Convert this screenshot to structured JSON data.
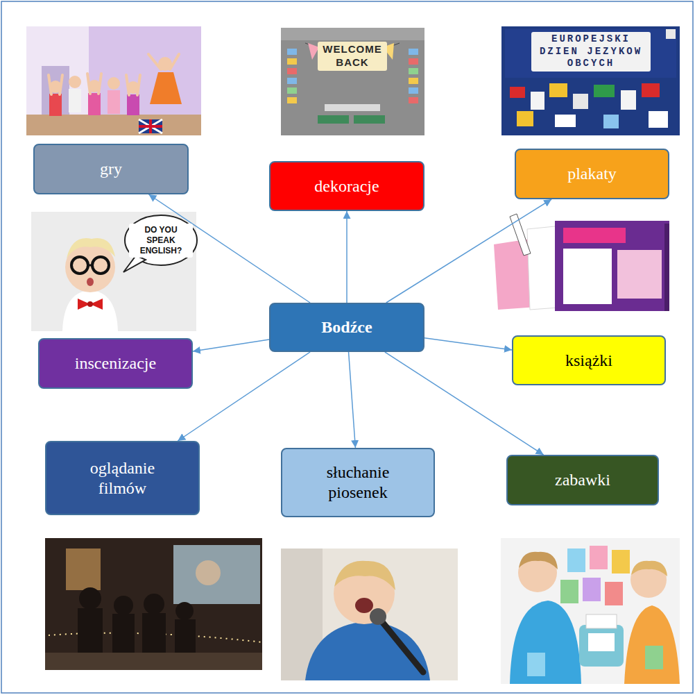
{
  "diagram": {
    "nodes": [
      {
        "text": [
          "gry"
        ]
      },
      {
        "text": [
          "dekoracje"
        ]
      },
      {
        "text": [
          "plakaty"
        ]
      },
      {
        "text": [
          "Bodźce"
        ]
      },
      {
        "text": [
          "inscenizacje"
        ]
      },
      {
        "text": [
          "książki"
        ]
      },
      {
        "text": [
          "oglądanie filmów"
        ]
      },
      {
        "text": [
          "słuchanie piosenek"
        ]
      },
      {
        "text": [
          "zabawki"
        ]
      }
    ],
    "edges": [
      {
        "from": 3,
        "to": 0,
        "arrow": "to"
      },
      {
        "from": 3,
        "to": 1,
        "arrow": "to"
      },
      {
        "from": 3,
        "to": 2,
        "arrow": "to"
      },
      {
        "from": 3,
        "to": 4,
        "arrow": "to"
      },
      {
        "from": 3,
        "to": 5,
        "arrow": "to"
      },
      {
        "from": 3,
        "to": 6,
        "arrow": "to"
      },
      {
        "from": 3,
        "to": 7,
        "arrow": "to"
      },
      {
        "from": 3,
        "to": 8,
        "arrow": "to"
      }
    ],
    "labels": [
      "WELCOME BACK",
      "DO YOU SPEAK ENGLISH?",
      "EUROPEJSKI DZIEN JEZYKOW OBCYCH"
    ]
  }
}
